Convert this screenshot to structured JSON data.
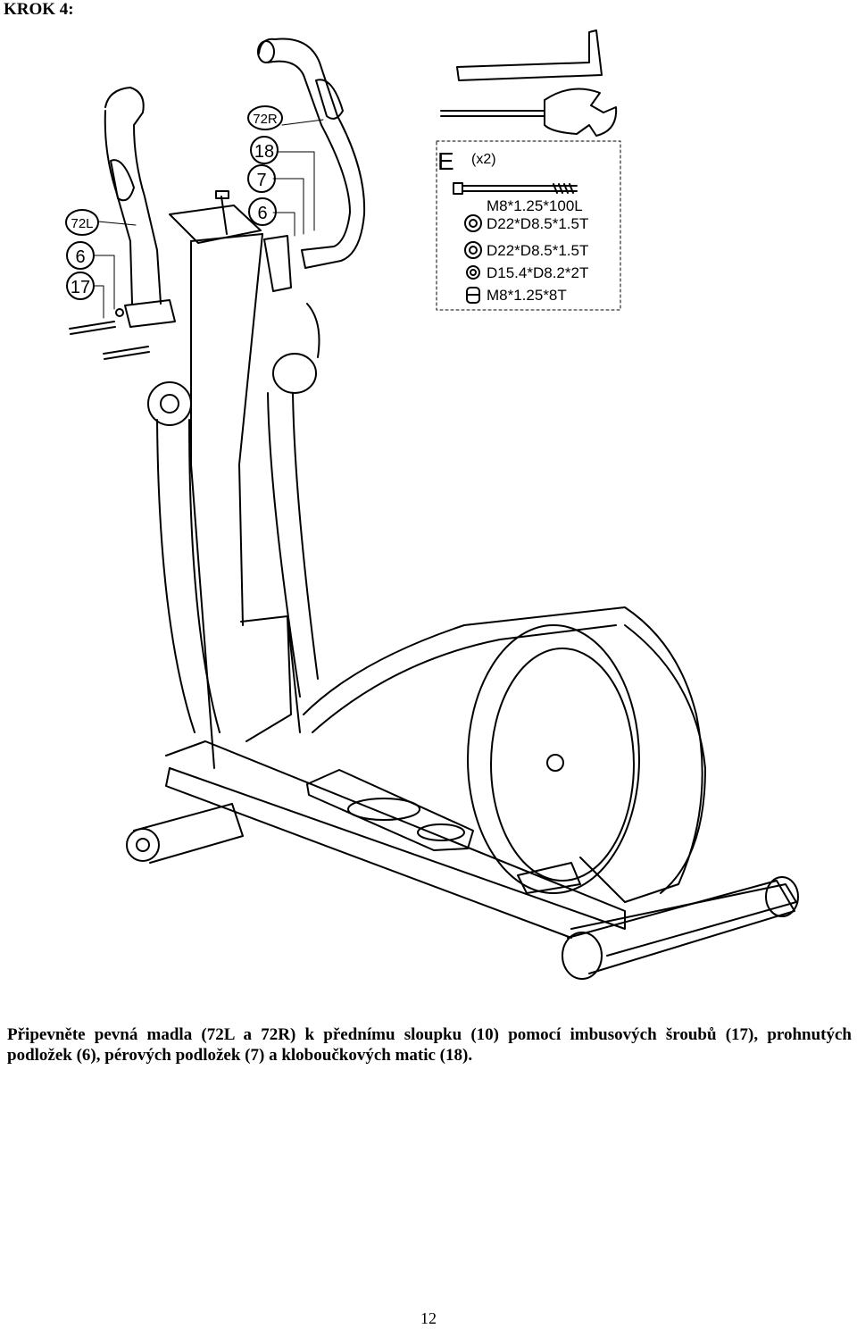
{
  "step_title": "KROK 4:",
  "callouts": {
    "part_72r": "72R",
    "part_18": "18",
    "part_7": "7",
    "part_6_right": "6",
    "part_72l": "72L",
    "part_6_left": "6",
    "part_17": "17"
  },
  "hardware_kit": {
    "letter": "E",
    "quantity": "(x2)",
    "items": [
      "M8*1.25*100L",
      "D22*D8.5*1.5T",
      "D22*D8.5*1.5T",
      "D15.4*D8.2*2T",
      "M8*1.25*8T"
    ]
  },
  "instructions": "Připevněte pevná madla (72L a 72R) k přednímu sloupku (10) pomocí imbusových šroubů (17), prohnutých podložek (6), pérových podložek (7) a kloboučkových matic (18).",
  "page_number": "12"
}
